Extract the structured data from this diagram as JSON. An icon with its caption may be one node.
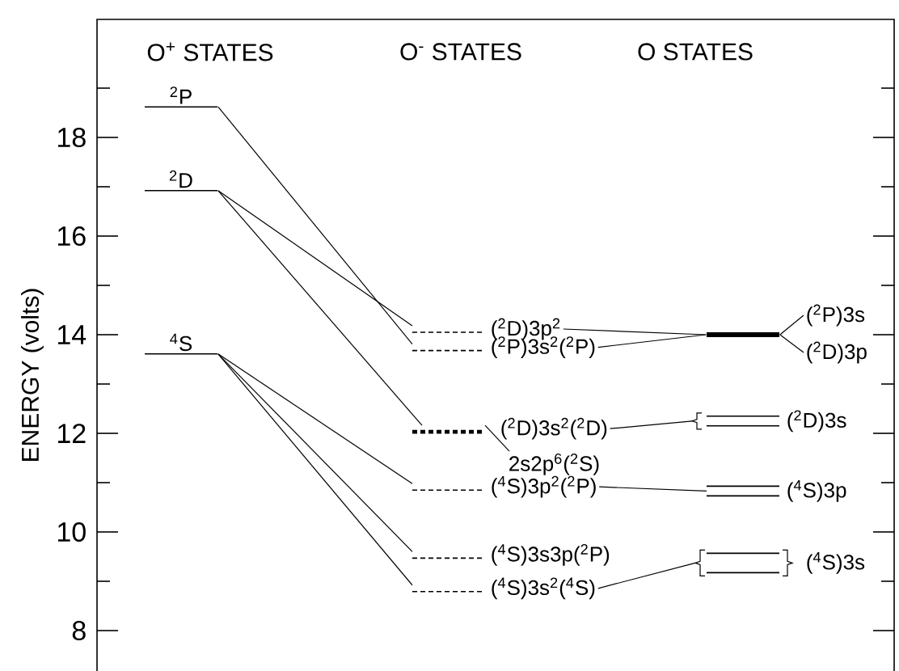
{
  "diagram": {
    "nodes": [
      {
        "text": [
          "$^{2}$P"
        ]
      },
      {
        "text": [
          "$^{2}$D"
        ]
      },
      {
        "text": [
          "$^{4}$S"
        ]
      },
      {
        "text": [
          "($^{2}$D)3p$^{2}$"
        ]
      },
      {
        "text": [
          "($^{2}$P)3s$^{2}$($^{2}$P)"
        ]
      },
      {
        "text": [
          "($^{2}$D)3s$^{2}$($^{2}$D)"
        ]
      },
      {
        "text": [
          "2s2p$^{6}$($^{2}$S)"
        ]
      },
      {
        "text": [
          "($^{4}$S)3p$^{2}$($^{2}$P)"
        ]
      },
      {
        "text": [
          "($^{4}$S)3s3p($^{2}$P)"
        ]
      },
      {
        "text": [
          "($^{4}$S)3s$^{2}$($^{4}$S)"
        ]
      },
      {
        "text": [],
        "shape": "bar"
      },
      {
        "text": [
          "($^{2}$P)3s"
        ]
      },
      {
        "text": [
          "($^{2}$D)3p"
        ]
      },
      {
        "text": [
          "($^{2}$D)3s"
        ]
      },
      {
        "text": [
          "($^{4}$S)3p"
        ]
      },
      {
        "text": [
          "($^{4}$S)3s"
        ]
      }
    ],
    "edges": [
      {
        "from": 0,
        "to": 4,
        "arrow": "none"
      },
      {
        "from": 1,
        "to": 3,
        "arrow": "none"
      },
      {
        "from": 1,
        "to": 5,
        "arrow": "none"
      },
      {
        "from": 2,
        "to": 7,
        "arrow": "none"
      },
      {
        "from": 2,
        "to": 8,
        "arrow": "none"
      },
      {
        "from": 2,
        "to": 9,
        "arrow": "none"
      },
      {
        "from": 5,
        "to": 6,
        "arrow": "none"
      },
      {
        "from": 3,
        "to": 10,
        "arrow": "none"
      },
      {
        "from": 4,
        "to": 10,
        "arrow": "none"
      },
      {
        "from": 11,
        "to": 10,
        "arrow": "none"
      },
      {
        "from": 12,
        "to": 10,
        "arrow": "none"
      },
      {
        "from": 5,
        "to": 13,
        "arrow": "none"
      },
      {
        "from": 7,
        "to": 14,
        "arrow": "none"
      },
      {
        "from": 9,
        "to": 15,
        "arrow": "none"
      }
    ],
    "labels": [
      "O$^{+}$ STATES",
      "O$^{-}$ STATES",
      "O STATES",
      "ENERGY (volts)",
      "18",
      "16",
      "14",
      "12",
      "10",
      "8"
    ]
  }
}
